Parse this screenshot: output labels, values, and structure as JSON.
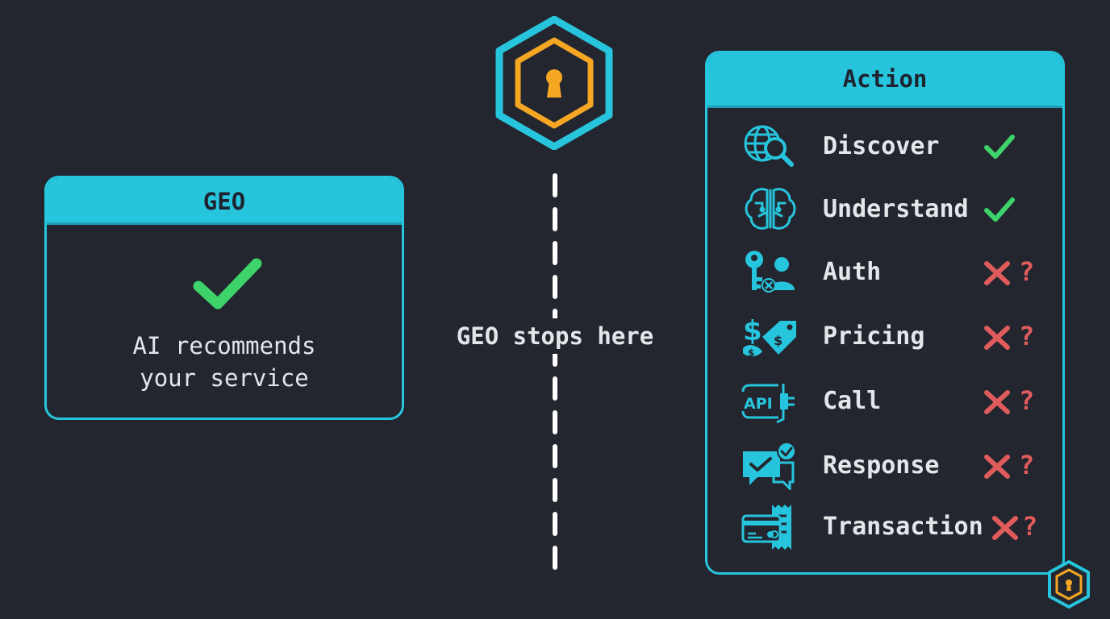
{
  "geo_panel": {
    "title": "GEO",
    "line1": "AI recommends",
    "line2": "your service"
  },
  "divider": {
    "label": "GEO stops here"
  },
  "action_panel": {
    "title": "Action",
    "steps": [
      {
        "label": "Discover",
        "status": "check",
        "icon": "globe-search-icon"
      },
      {
        "label": "Understand",
        "status": "check",
        "icon": "brain-icon"
      },
      {
        "label": "Auth",
        "status": "cross",
        "mark": "?",
        "icon": "key-user-icon"
      },
      {
        "label": "Pricing",
        "status": "cross",
        "mark": "?",
        "icon": "price-tag-icon"
      },
      {
        "label": "Call",
        "status": "cross",
        "mark": "?",
        "icon": "api-plug-icon"
      },
      {
        "label": "Response",
        "status": "cross",
        "mark": "?",
        "icon": "chat-check-icon"
      },
      {
        "label": "Transaction",
        "status": "cross",
        "mark": "?",
        "icon": "card-receipt-icon"
      }
    ]
  },
  "colors": {
    "background": "#23262f",
    "accent": "#27c5dd",
    "lock": "#f5a623",
    "check": "#3dd36a",
    "cross": "#e05c5c"
  }
}
